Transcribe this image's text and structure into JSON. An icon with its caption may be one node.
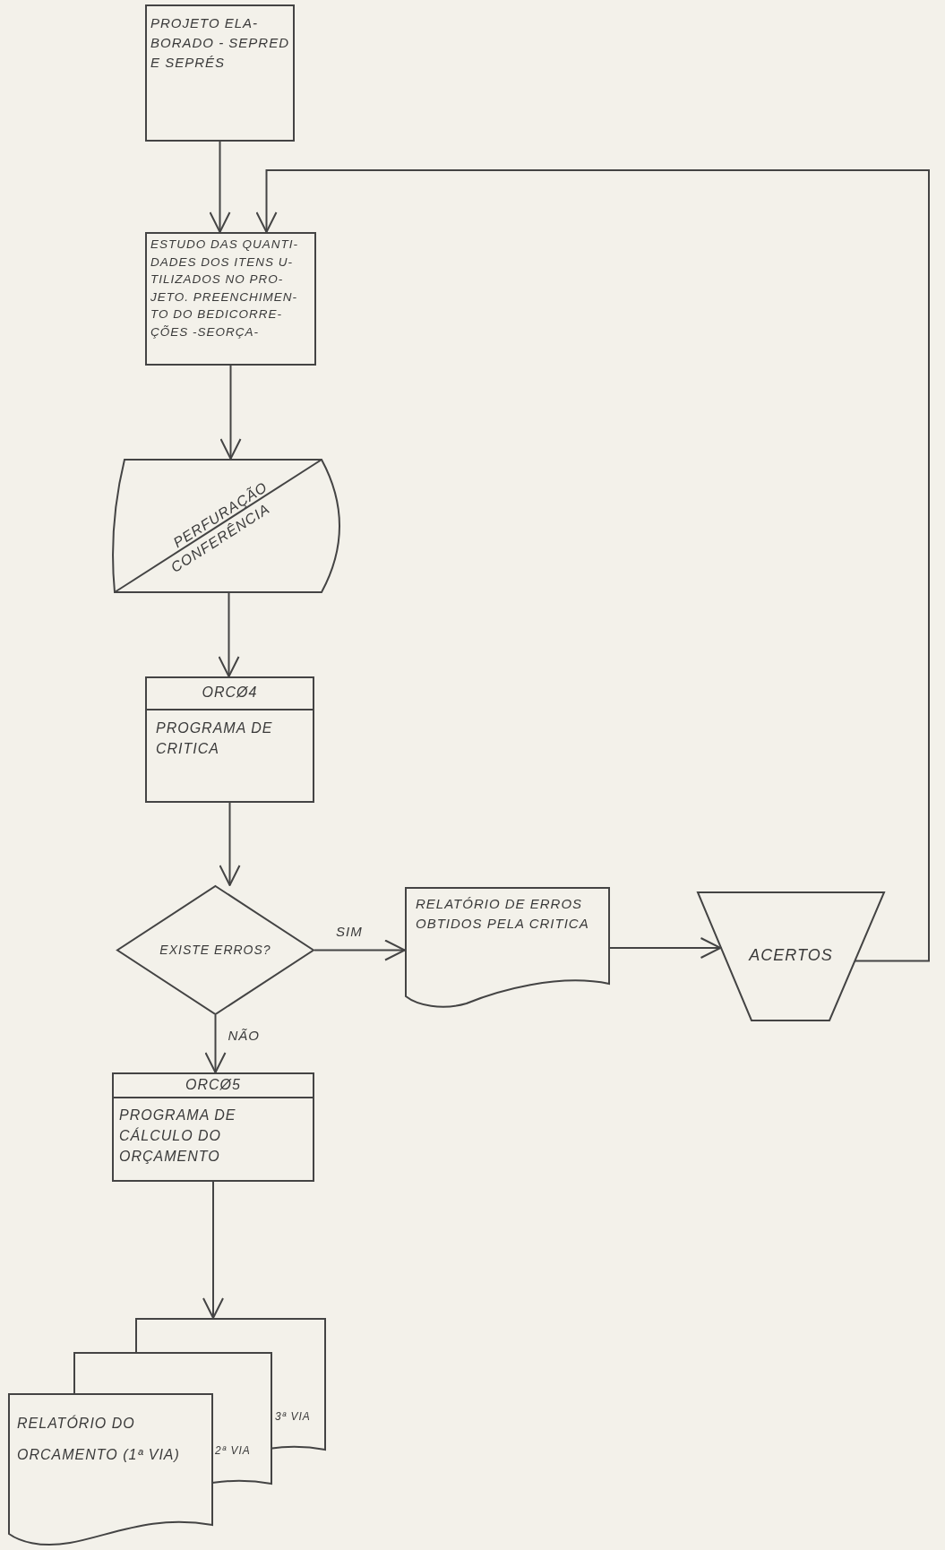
{
  "diagram": {
    "nodes": [
      {
        "text": [
          "PROJETO ELA- BORADO - SEPRED E SEPRÉS"
        ]
      },
      {
        "text": [
          "ESTUDO DAS QUANTI- DADES DOS ITENS U- TILIZADOS NO PRO- JETO. PREENCHIMEN- TO DO BEDICORRE- ÇÕES -SEORÇA-"
        ]
      },
      {
        "text": [
          "PERFURAÇÃO",
          "CONFERÊNCIA"
        ]
      },
      {
        "text": [
          "ORCØ4",
          "PROGRAMA DE CRITICA"
        ]
      },
      {
        "text": [
          "EXISTE ERROS?"
        ]
      },
      {
        "text": [
          "RELATÓRIO DE ERROS OBTIDOS PELA CRITICA"
        ]
      },
      {
        "text": [
          "ACERTOS"
        ]
      },
      {
        "text": [
          "ORCØ5",
          "PROGRAMA DE CÁLCULO DO ORÇAMENTO"
        ]
      },
      {
        "text": [
          "RELATÓRIO DO ORCAMENTO (1ª VIA)",
          "2ª VIA",
          "3ª VIA"
        ]
      }
    ],
    "edges": [
      {
        "from": 0,
        "to": 1,
        "arrow": "to"
      },
      {
        "from": 1,
        "to": 2,
        "arrow": "to"
      },
      {
        "from": 2,
        "to": 3,
        "arrow": "to"
      },
      {
        "from": 3,
        "to": 4,
        "arrow": "to"
      },
      {
        "from": 4,
        "to": 5,
        "arrow": "to",
        "label": "SIM"
      },
      {
        "from": 5,
        "to": 6,
        "arrow": "to"
      },
      {
        "from": 6,
        "to": 1,
        "arrow": "to"
      },
      {
        "from": 4,
        "to": 7,
        "arrow": "to",
        "label": "NÃO"
      },
      {
        "from": 7,
        "to": 8,
        "arrow": "to"
      }
    ]
  }
}
